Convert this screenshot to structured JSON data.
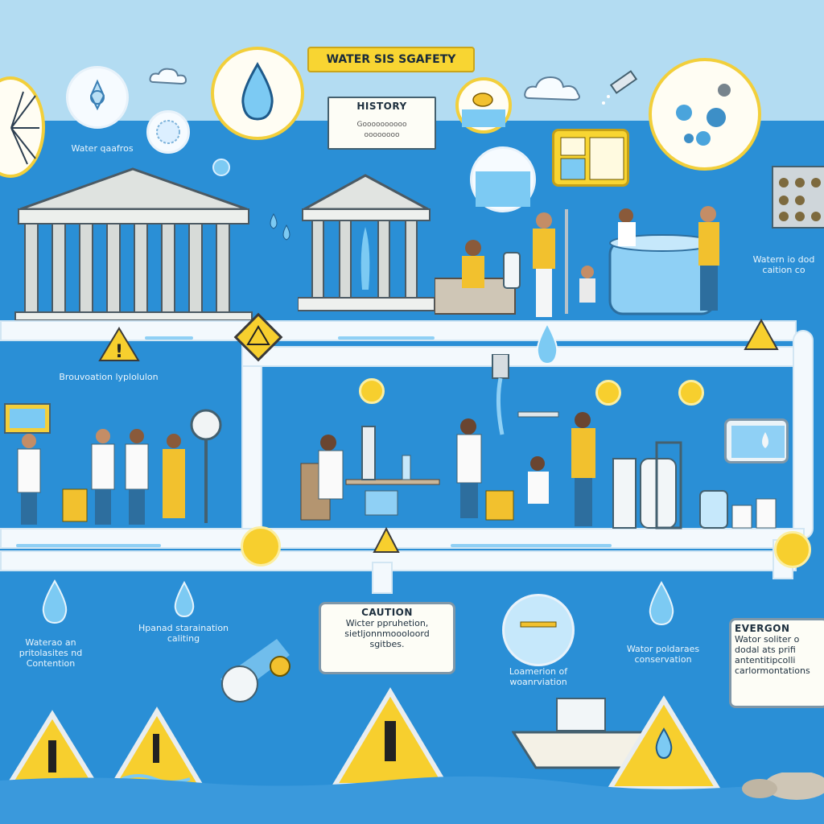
{
  "title": "WATER SIS SGAFETY",
  "history_panel": {
    "heading": "HISTORY",
    "line1": "Goooooooooo",
    "line2": "oooooooo"
  },
  "labels": {
    "top_left": "Water qaafros",
    "mid_left": "Brouvoation lyplolulon",
    "right_top": "Watern io dod caition co",
    "bottom_1": "Waterao an pritolasites nd Contention",
    "bottom_2": "Hpanad staraination caliting",
    "bottom_3": "Loamerion of woanrviation",
    "bottom_4": "Wator poldaraes conservation"
  },
  "caution_box": {
    "heading": "CAUTION",
    "line1": "Wicter ppruhetion,",
    "line2": "sietljonnmoooloord",
    "line3": "sgitbes."
  },
  "evergon_box": {
    "heading": "EVERGON",
    "line1": "Wator soliter o",
    "line2": "dodal ats prifi",
    "line3": "antentitipcolli",
    "line4": "carlormontations"
  },
  "colors": {
    "sky": "#b3dcf2",
    "sea": "#2a8fd6",
    "accent": "#f2cf3b",
    "pipe": "#f3f9fd"
  }
}
